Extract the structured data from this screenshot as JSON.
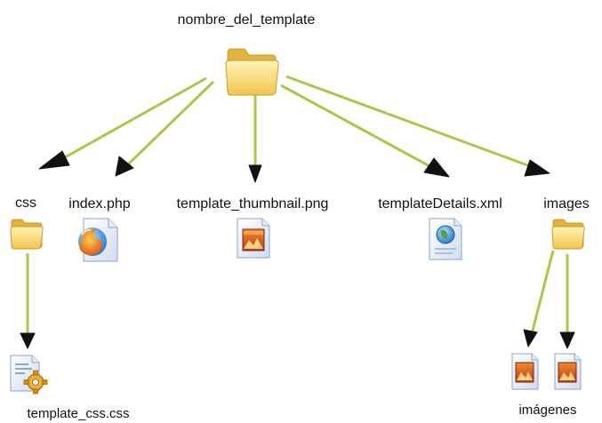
{
  "diagram": {
    "root": {
      "label": "nombre_del_template",
      "icon": "folder-icon"
    },
    "children": [
      {
        "id": "css",
        "label": "css",
        "icon": "folder-icon"
      },
      {
        "id": "index",
        "label": "index.php",
        "icon": "firefox-document-icon"
      },
      {
        "id": "thumbnail",
        "label": "template_thumbnail.png",
        "icon": "image-file-icon"
      },
      {
        "id": "details",
        "label": "templateDetails.xml",
        "icon": "xml-globe-document-icon"
      },
      {
        "id": "images",
        "label": "images",
        "icon": "folder-icon"
      }
    ],
    "grandchildren": [
      {
        "parent": "css",
        "label": "template_css.css",
        "icon": "css-gear-document-icon"
      },
      {
        "parent": "images",
        "label": "imágenes",
        "icon": "image-file-icon"
      }
    ],
    "colors": {
      "arrow_line": "#a8c84a",
      "arrow_head": "#111111",
      "folder_body": "#f6d36b",
      "folder_edge": "#c99a2b"
    }
  }
}
